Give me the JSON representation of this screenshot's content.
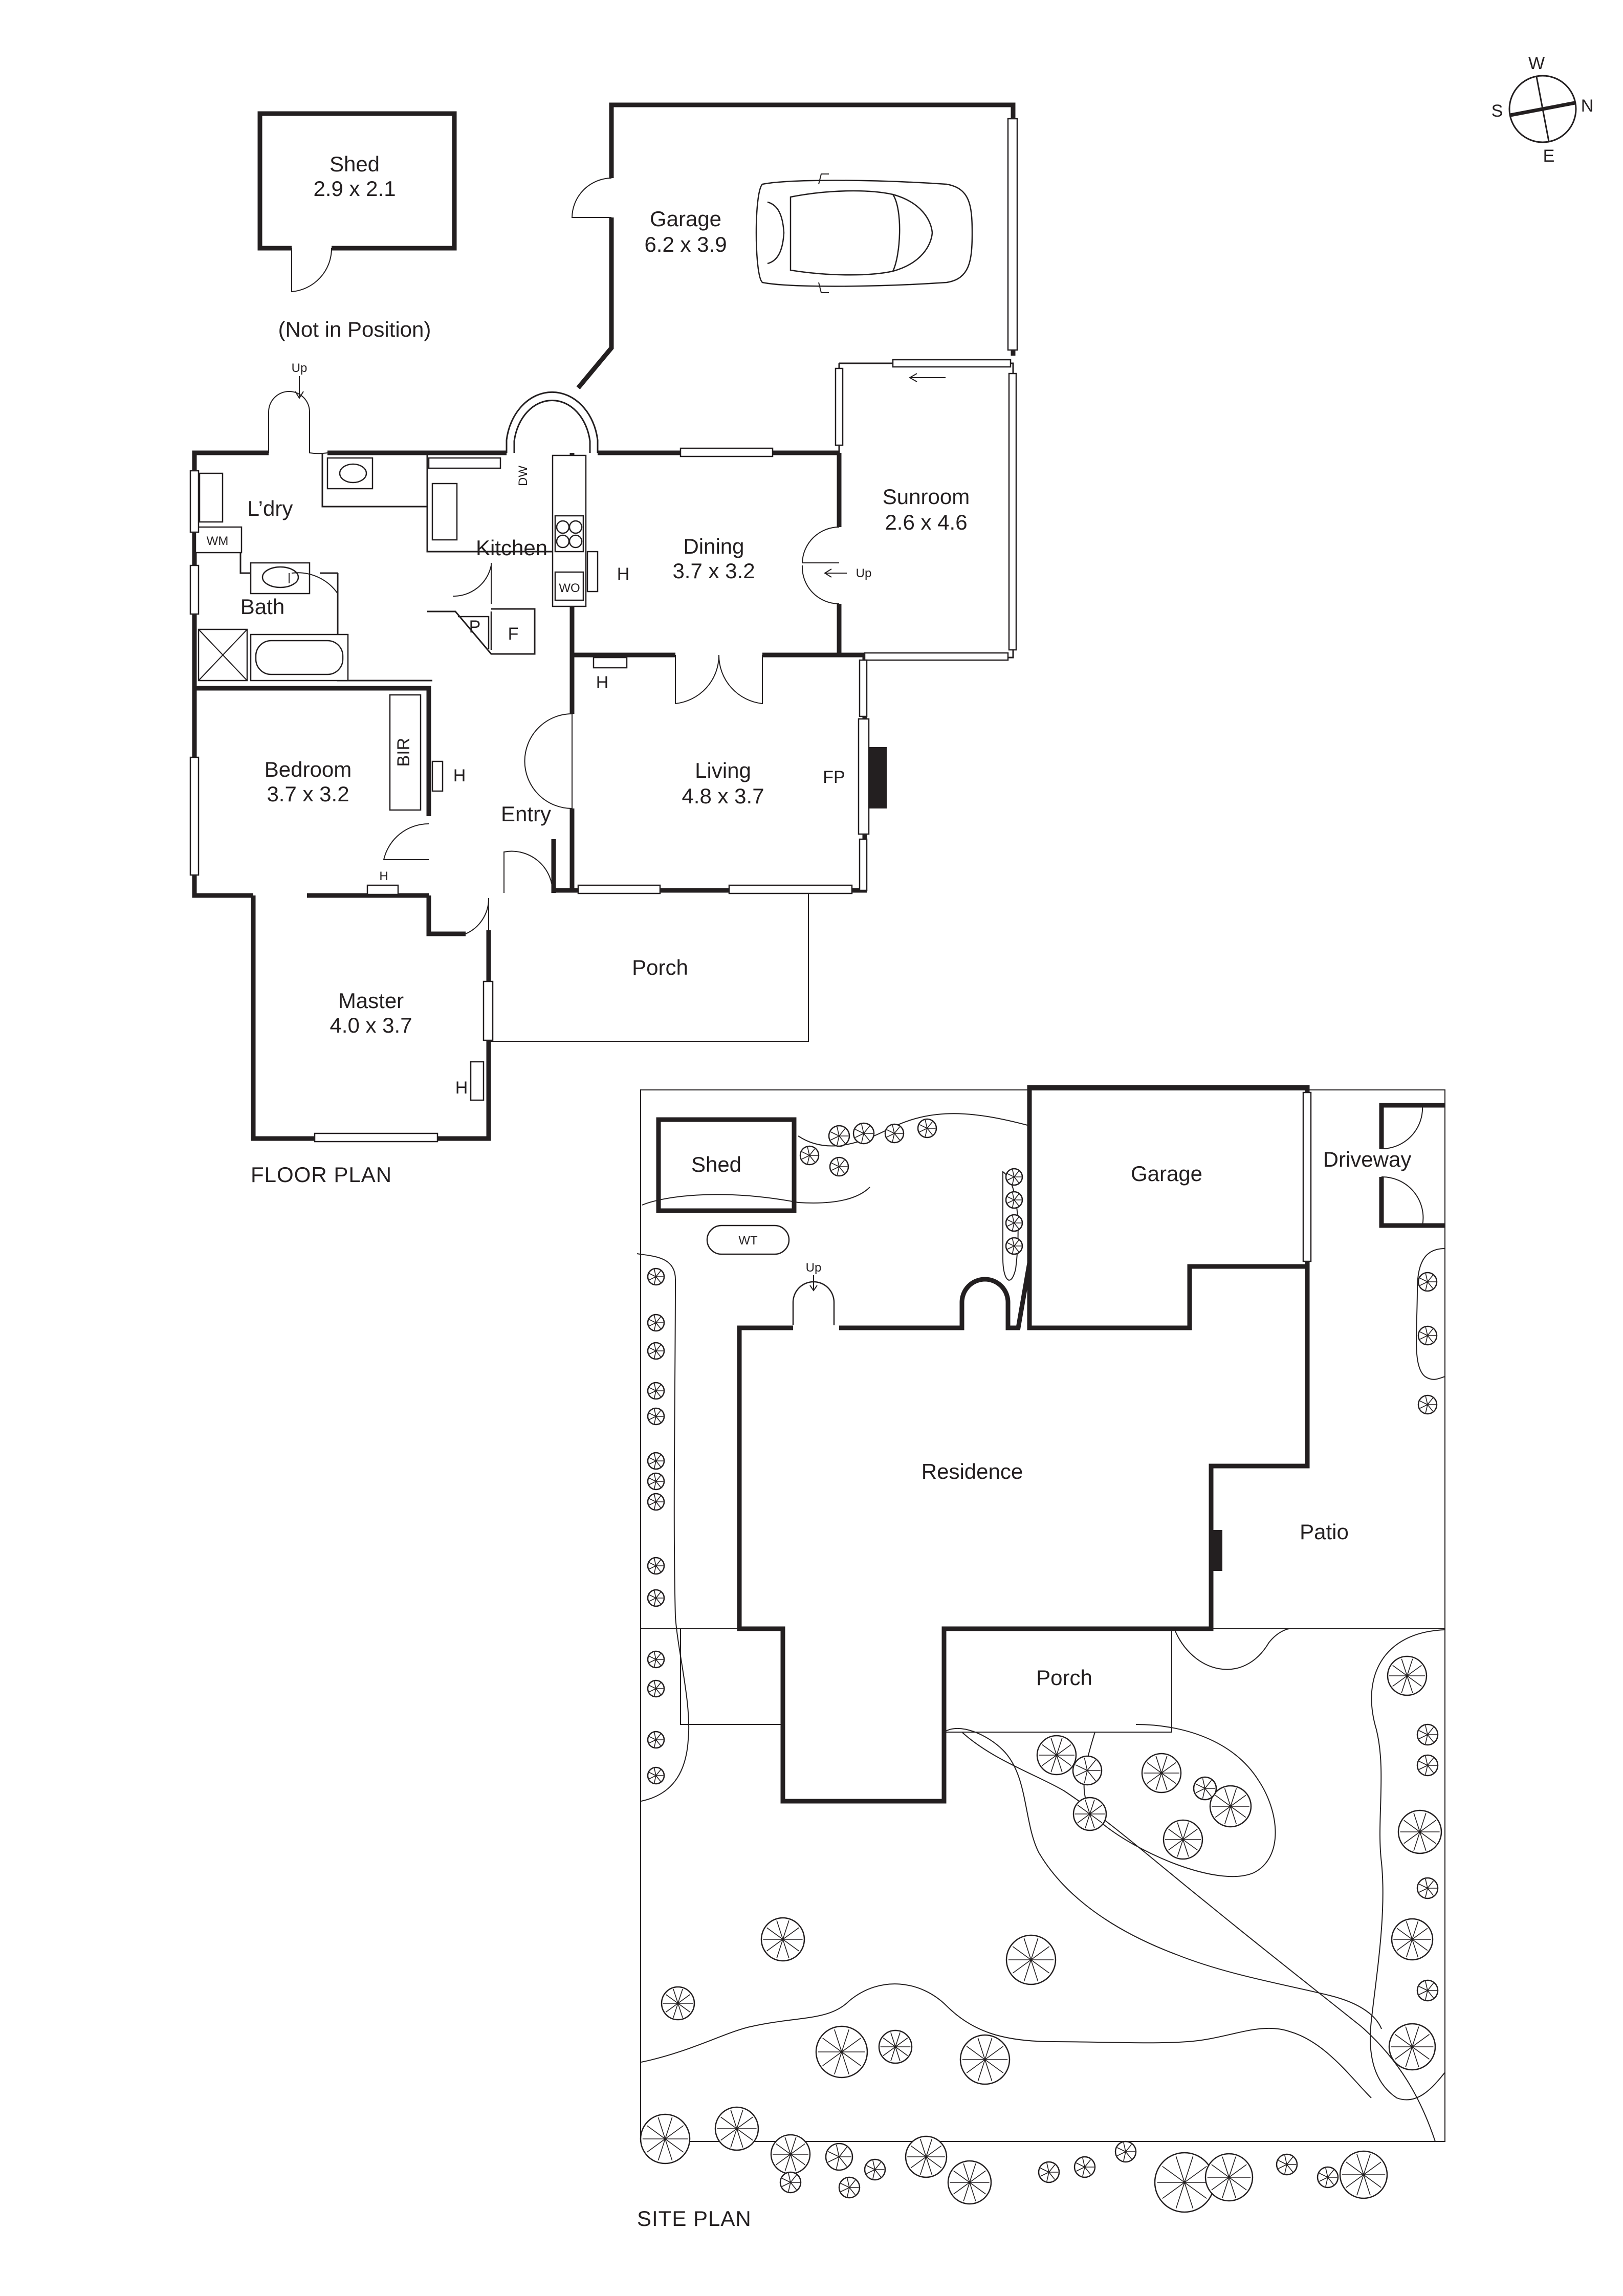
{
  "compass": {
    "n": "N",
    "s": "S",
    "e": "E",
    "w": "W"
  },
  "floor_plan": {
    "title": "FLOOR PLAN",
    "shed": {
      "name": "Shed",
      "size": "2.9 x 2.1",
      "note": "(Not in Position)"
    },
    "garage": {
      "name": "Garage",
      "size": "6.2 x 3.9"
    },
    "sunroom": {
      "name": "Sunroom",
      "size": "2.6 x 4.6"
    },
    "dining": {
      "name": "Dining",
      "size": "3.7 x 3.2"
    },
    "living": {
      "name": "Living",
      "size": "4.8 x 3.7"
    },
    "bedroom": {
      "name": "Bedroom",
      "size": "3.7 x 3.2"
    },
    "master": {
      "name": "Master",
      "size": "4.0 x 3.7"
    },
    "laundry": "L’dry",
    "bath": "Bath",
    "kitchen": "Kitchen",
    "entry": "Entry",
    "porch": "Porch",
    "labels": {
      "up": "Up",
      "wm": "WM",
      "dw": "DW",
      "wo": "WO",
      "heater": "H",
      "pantry": "P",
      "fridge": "F",
      "bir": "BIR",
      "fireplace": "FP"
    }
  },
  "site_plan": {
    "title": "SITE PLAN",
    "shed": "Shed",
    "wt": "WT",
    "up": "Up",
    "garage": "Garage",
    "driveway": "Driveway",
    "residence": "Residence",
    "patio": "Patio",
    "porch": "Porch"
  }
}
